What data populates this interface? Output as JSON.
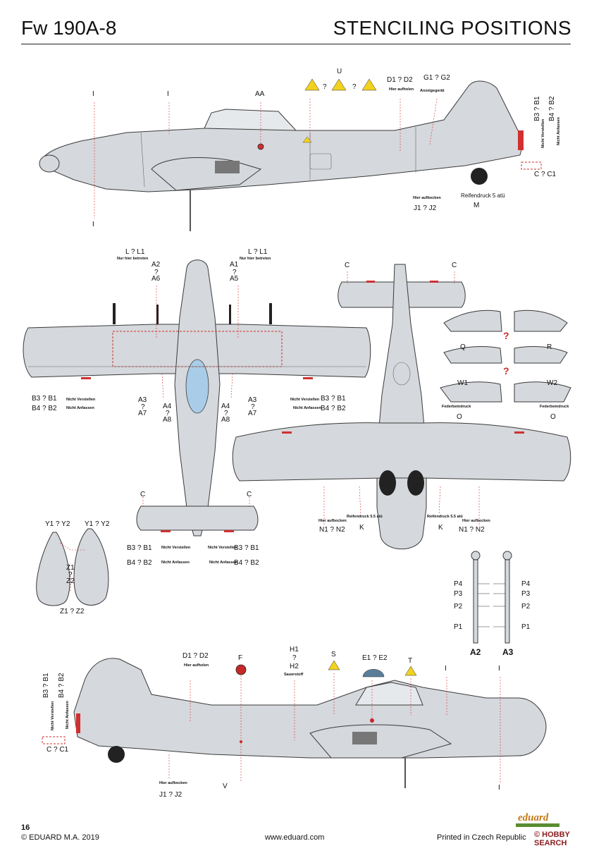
{
  "header": {
    "title": "Fw 190A-8",
    "section": "STENCILING POSITIONS"
  },
  "footer": {
    "page_number": "16",
    "copyright": "© EDUARD M.A. 2019",
    "website": "www.eduard.com",
    "printed": "Printed in Czech Republic",
    "logo": "eduard",
    "watermark": "© HOBBY SEARCH"
  },
  "top_view": {
    "labels": {
      "I_left_top": "I",
      "I_left_bottom": "I",
      "I_mid": "I",
      "AA": "AA",
      "U": "U",
      "q1": "?",
      "q2": "?",
      "D": "D1 ? D2",
      "hier_aufholen": "Hier aufholen",
      "G": "G1 ? G2",
      "anzeigegeraet": "Anzeigegerät",
      "B3B1": "B3 ? B1",
      "B4B2": "B4 ? B2",
      "nicht_verstellen": "Nicht Verstellen",
      "nicht_anfassen": "Nicht Anfassen",
      "CC1": "C ? C1",
      "hier_aufbocken": "Hier aufbocken",
      "J": "J1 ? J2",
      "reifendruck": "Reifendruck 5 atü",
      "M": "M"
    }
  },
  "underside_view": {
    "labels": {
      "L_left": "L ? L1",
      "L_left_sub": "Nur hier betreten",
      "L_right": "L ? L1",
      "L_right_sub": "Nur hier betreten",
      "A2": "A2",
      "q_a26": "?",
      "A6": "A6",
      "A1": "A1",
      "q_a15": "?",
      "A5": "A5",
      "B3B1_l": "B3 ? B1",
      "B4B2_l": "B4 ? B2",
      "nv_l": "Nicht Verstellen",
      "na_l": "Nicht Anfassen",
      "B3B1_r": "B3 ? B1",
      "B4B2_r": "B4 ? B2",
      "nv_r": "Nicht Verstellen",
      "na_r": "Nicht Anfassen",
      "A3_l": "A3",
      "q_a37_l": "?",
      "A7_l": "A7",
      "A4_l": "A4",
      "q_a48_l": "?",
      "A8_l": "A8",
      "A4_r": "A4",
      "q_a48_r": "?",
      "A8_r": "A8",
      "A3_r": "A3",
      "q_a37_r": "?",
      "A7_r": "A7",
      "C_l": "C",
      "C_r": "C",
      "tB3B1_l": "B3 ? B1",
      "tB4B2_l": "B4 ? B2",
      "tnv_l": "Nicht Verstellen",
      "tna_l": "Nicht Anfassen",
      "tB3B1_r": "B3 ? B1",
      "tB4B2_r": "B4 ? B2",
      "tnv_r": "Nicht Verstellen",
      "tna_r": "Nicht Anfassen"
    }
  },
  "plan_view": {
    "labels": {
      "C_l": "C",
      "C_r": "C",
      "Q": "Q",
      "R": "R",
      "W1": "W1",
      "W2": "W2",
      "O_l": "O",
      "O_r": "O",
      "federbeindruck_l": "Federbeindruck",
      "federbeindruck_r": "Federbeindruck",
      "hier_aufbocken_l": "Hier aufbocken",
      "N_l": "N1 ? N2",
      "reifendruck_l": "Reifendruck 5.5 atü",
      "K_l": "K",
      "reifendruck_r": "Reifendruck 5.5 atü",
      "K_r": "K",
      "hier_aufbocken_r": "Hier aufbocken",
      "N_r": "N1 ? N2"
    }
  },
  "drop_tank": {
    "labels": {
      "Y_l": "Y1 ? Y2",
      "Y_r": "Y1 ? Y2",
      "Z1": "Z1",
      "qz": "?",
      "Z2": "Z2",
      "Z_bottom": "Z1 ? Z2"
    }
  },
  "struts": {
    "labels": {
      "P4_l": "P4",
      "P3_l": "P3",
      "P2_l": "P2",
      "P1_l": "P1",
      "P4_r": "P4",
      "P3_r": "P3",
      "P2_r": "P2",
      "P1_r": "P1",
      "A2": "A2",
      "A3": "A3"
    }
  },
  "bottom_view": {
    "labels": {
      "B3B1": "B3 ? B1",
      "B4B2": "B4 ? B2",
      "nicht_verstellen": "Nicht Verstellen",
      "nicht_anfassen": "Nicht Anfassen",
      "CC1": "C ? C1",
      "D": "D1 ? D2",
      "hier_aufholen": "Hier aufholen",
      "F": "F",
      "H1": "H1",
      "qh": "?",
      "H2": "H2",
      "sauerstoff": "Sauerstoff",
      "S": "S",
      "E": "E1 ? E2",
      "T": "T",
      "I_1": "I",
      "I_2": "I",
      "I_3": "I",
      "hier_aufbocken": "Hier aufbocken",
      "J": "J1 ? J2",
      "V": "V"
    }
  },
  "colors": {
    "aircraft": "#d5d8dc",
    "outline": "#3a3a3a",
    "stencil_red": "#d03030",
    "canopy": "#a9cde8",
    "logo_orange": "#c47a18",
    "logo_green": "#5a8c32"
  }
}
